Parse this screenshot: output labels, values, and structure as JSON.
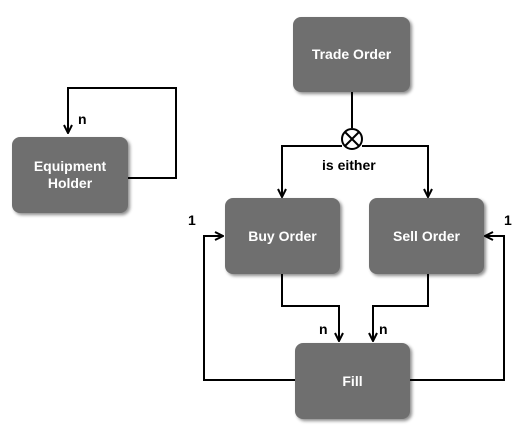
{
  "diagram": {
    "nodes": {
      "equipment_holder": {
        "line1": "Equipment",
        "line2": "Holder"
      },
      "trade_order": {
        "label": "Trade Order"
      },
      "buy_order": {
        "label": "Buy Order"
      },
      "sell_order": {
        "label": "Sell Order"
      },
      "fill": {
        "label": "Fill"
      }
    },
    "edge_labels": {
      "equipment_self_n": "n",
      "either": "is either",
      "buy_fill_n": "n",
      "sell_fill_n": "n",
      "buy_one": "1",
      "sell_one": "1"
    },
    "colors": {
      "node_fill": "#6f6f6f",
      "node_text": "#ffffff",
      "edge": "#000000"
    }
  }
}
